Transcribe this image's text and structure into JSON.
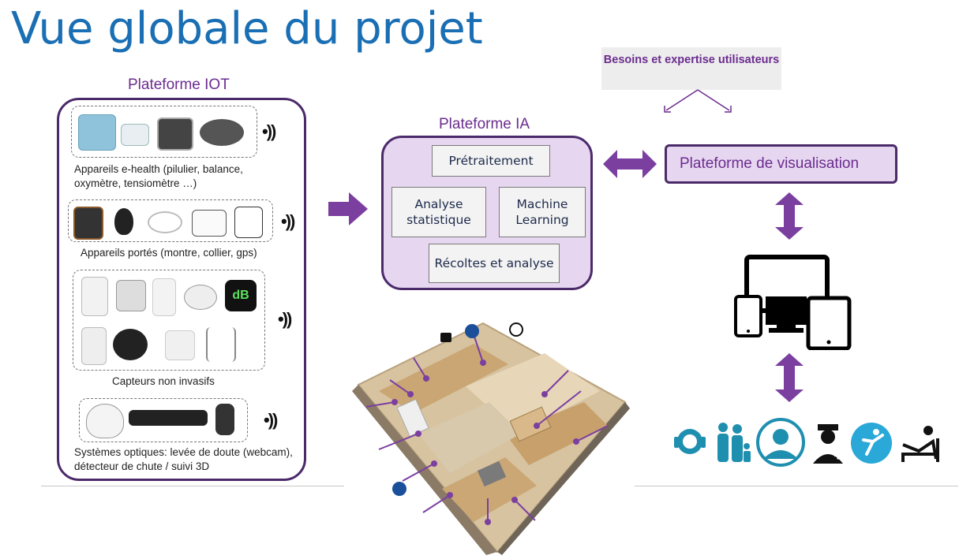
{
  "title": "Vue globale du projet",
  "iot": {
    "label": "Plateforme IOT",
    "groups": [
      {
        "caption": "Appareils e-health (pilulier, balance, oxymètre, tensiomètre …)"
      },
      {
        "caption": "Appareils portés (montre, collier, gps)"
      },
      {
        "caption": "Capteurs non invasifs"
      },
      {
        "caption": "Systèmes optiques: levée de doute (webcam), détecteur de chute / suivi 3D"
      }
    ],
    "device_text": "dB"
  },
  "ia": {
    "label": "Plateforme IA",
    "boxes": {
      "pretraitement": "Prétraitement",
      "analyse": "Analyse statistique",
      "ml": "Machine Learning",
      "recoltes": "Récoltes et analyse"
    }
  },
  "besoins": "Besoins et expertise utilisateurs",
  "visualisation": "Plateforme de visualisation",
  "colors": {
    "accent_purple": "#7b3fa0",
    "frame_dark": "#4b2a6a",
    "panel_lavender": "#e6d6f0",
    "title_blue": "#1a6fb4",
    "user_blue": "#1f8fb0"
  },
  "icons": [
    "wifi-signal-icon",
    "purple-double-arrow-icon",
    "devices-icon",
    "user-icons"
  ]
}
